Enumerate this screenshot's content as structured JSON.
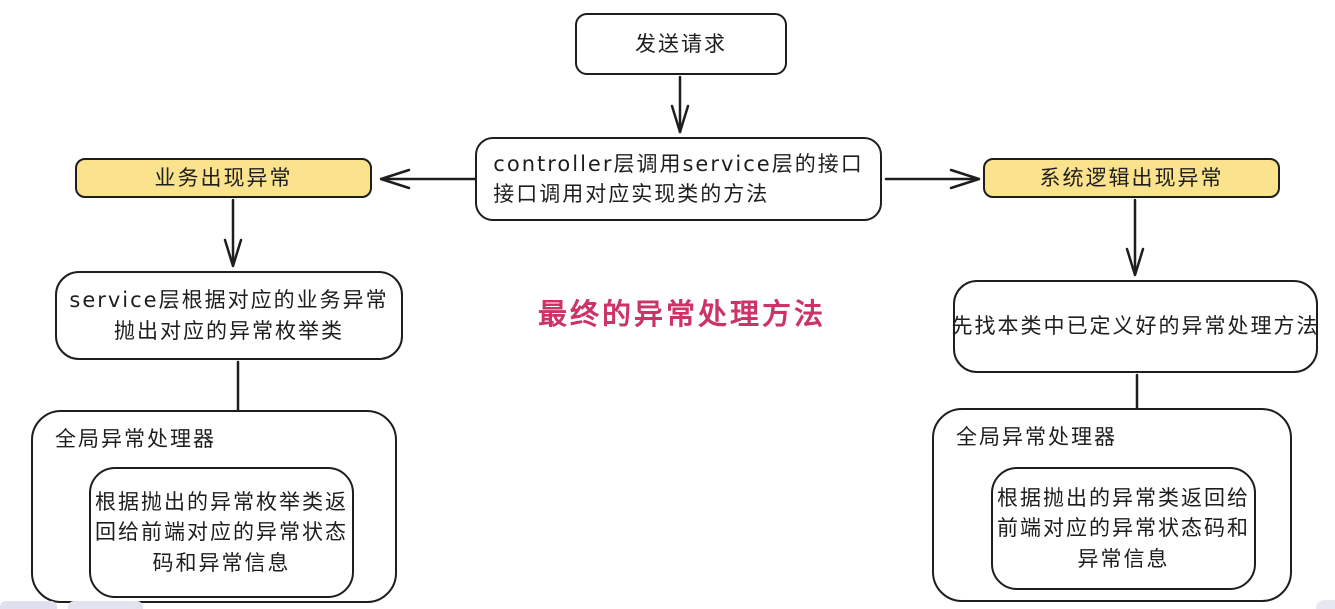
{
  "diagram": {
    "note": {
      "text": "最终的异常处理方法",
      "color": "#cc3366"
    },
    "colors": {
      "highlight_yellow": "#fbe38e",
      "stroke": "#1e1e1e",
      "background": "#ffffff"
    },
    "nodes": {
      "send_request": {
        "label": "发送请求"
      },
      "controller": {
        "lines": [
          "controller层调用service层的接口",
          "接口调用对应实现类的方法"
        ]
      },
      "business_exception": {
        "label": "业务出现异常"
      },
      "system_exception": {
        "label": "系统逻辑出现异常"
      },
      "service_throw": {
        "lines": [
          "service层根据对应的业务异常",
          "抛出对应的异常枚举类"
        ]
      },
      "find_local_handler": {
        "label": "先找本类中已定义好的异常处理方法"
      },
      "global_handler_left": {
        "label": "全局异常处理器",
        "body_lines": [
          "根据抛出的异常枚举类返",
          "回给前端对应的异常状态",
          "码和异常信息"
        ]
      },
      "global_handler_right": {
        "label": "全局异常处理器",
        "body_lines": [
          "根据抛出的异常类返回给",
          "前端对应的异常状态码和",
          "异常信息"
        ]
      }
    }
  }
}
